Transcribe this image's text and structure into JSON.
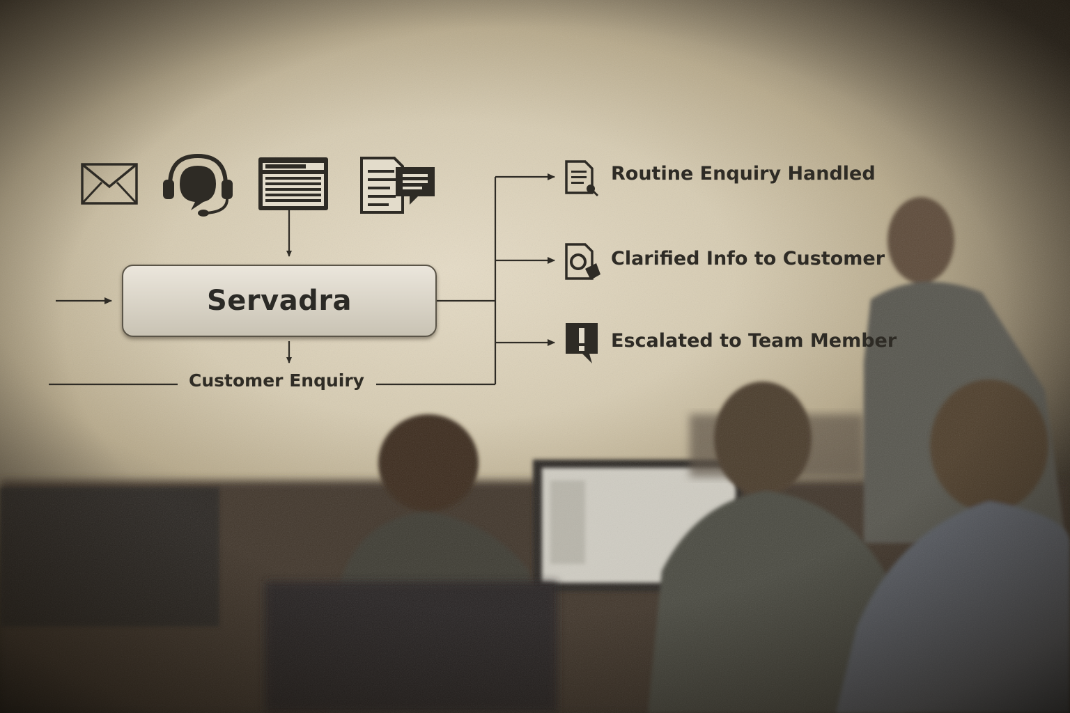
{
  "diagram": {
    "inputs": [
      {
        "icon": "envelope-icon"
      },
      {
        "icon": "headset-chat-icon"
      },
      {
        "icon": "web-form-icon"
      },
      {
        "icon": "document-chat-icon"
      }
    ],
    "processor": {
      "label": "Servadra"
    },
    "input_label": "Customer Enquiry",
    "outcomes": [
      {
        "label": "Routine Enquiry Handled",
        "icon": "document-check-icon"
      },
      {
        "label": "Clarified Info to Customer",
        "icon": "document-info-icon"
      },
      {
        "label": "Escalated to Team Member",
        "icon": "alert-flag-icon"
      }
    ]
  },
  "colors": {
    "ink": "#2e2b25",
    "box_fill": "#dcd6ca",
    "wall": "#d7ccb2"
  }
}
